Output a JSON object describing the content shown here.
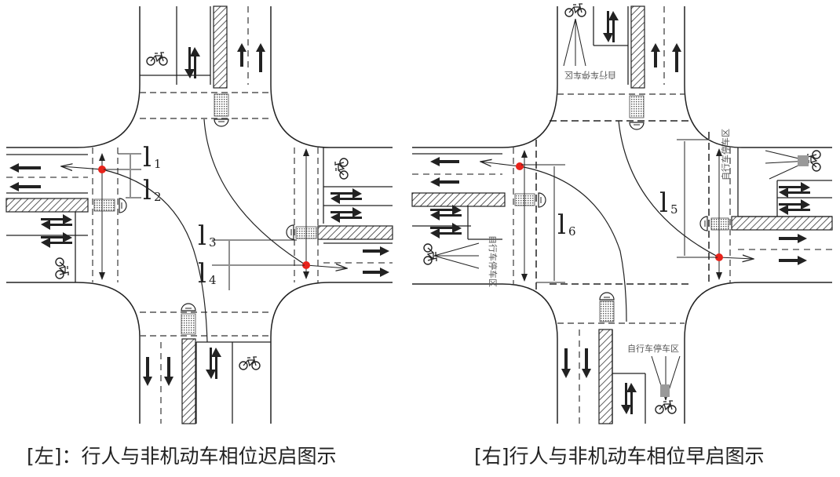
{
  "captions": {
    "left": "[左]：行人与非机动车相位迟启图示",
    "right": "[右]行人与非机动车相位早启图示"
  },
  "dimension_labels": {
    "l1": "1",
    "l2": "2",
    "l3": "3",
    "l4": "4",
    "l5": "5",
    "l6": "6",
    "letter": "l"
  },
  "zone_labels": {
    "right_north": "自行车停车区",
    "right_east": "自行车停车区",
    "right_west": "自行车停车区",
    "right_south": "自行车停车区"
  },
  "colors": {
    "conflict_point": "#e8231b",
    "line": "#222222",
    "dash": "#666666"
  },
  "icons": [
    "bicycle-icon",
    "straight-arrow-icon",
    "left-arrow-icon",
    "turn-arrow-icon",
    "pedestrian-signal-icon"
  ]
}
